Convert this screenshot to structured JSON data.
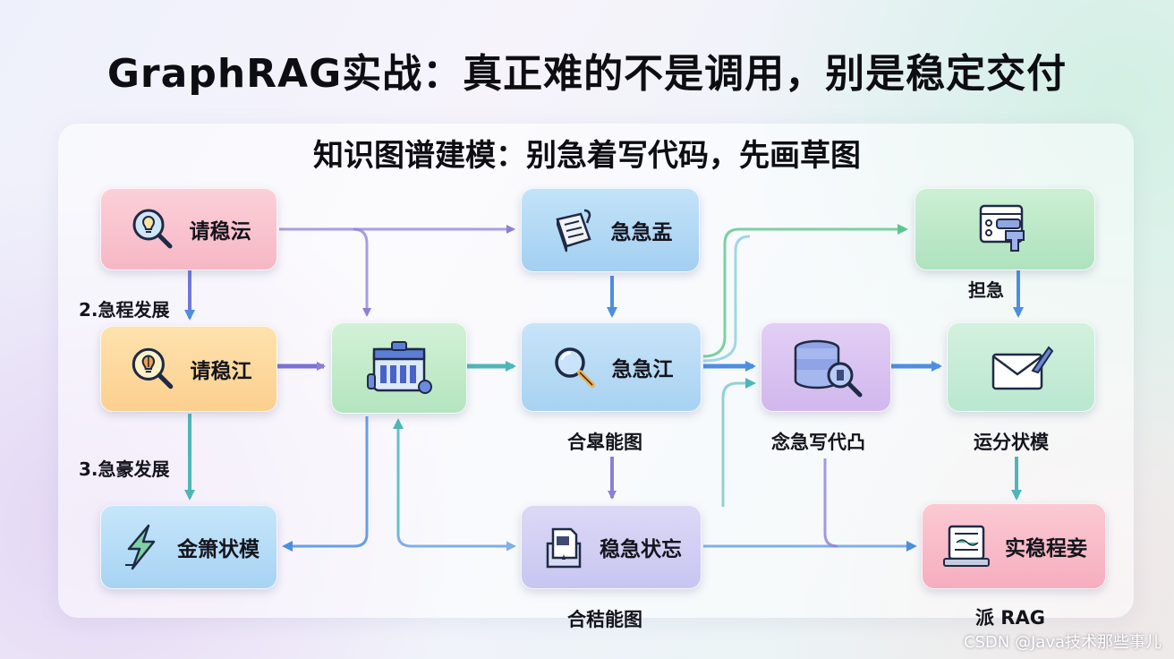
{
  "title": "GraphRAG实战：真正难的不是调用，别是稳定交付",
  "subtitle": "知识图谱建模：别急着写代码，先画草图",
  "colors": {
    "pink": "#f9c3cf",
    "orange": "#fdd9a2",
    "blue": "#b9def6",
    "green": "#c3eccb",
    "purple": "#d9c7f2",
    "arrow_purple": "#8b7fd8",
    "arrow_blue": "#4d8ee0",
    "arrow_teal": "#4fb6b8"
  },
  "nodes": {
    "n1": {
      "label": "请稳沄",
      "icon": "magnifier-bulb-icon"
    },
    "n2": {
      "label": "请稳江",
      "icon": "magnifier-lightbulb-icon"
    },
    "n3": {
      "label": "金箫状模",
      "icon": "lightning-bolt-icon"
    },
    "hub": {
      "label": "",
      "icon": "calendar-chart-icon"
    },
    "n4": {
      "label": "急急盂",
      "icon": "notepad-icon"
    },
    "n5": {
      "label": "急急江",
      "icon": "search-icon"
    },
    "n6": {
      "label": "稳急状忘",
      "icon": "folder-document-icon"
    },
    "n7": {
      "label": "",
      "icon": "database-search-icon"
    },
    "n8": {
      "label": "",
      "icon": "dashboard-tools-icon"
    },
    "n9": {
      "label": "",
      "icon": "envelope-pen-icon"
    },
    "n10": {
      "label": "实稳程妾",
      "icon": "document-laptop-icon"
    }
  },
  "captions": {
    "step2": "2.急程发展",
    "step3": "3.急豪发展",
    "under_n5": "合皐能图",
    "under_n6": "合秸能图",
    "under_n7": "念急写代凸",
    "under_n9": "运分状模",
    "above_n9": "担急",
    "under_n10": "派 RAG"
  },
  "watermark": "CSDN @Java技术那些事儿"
}
